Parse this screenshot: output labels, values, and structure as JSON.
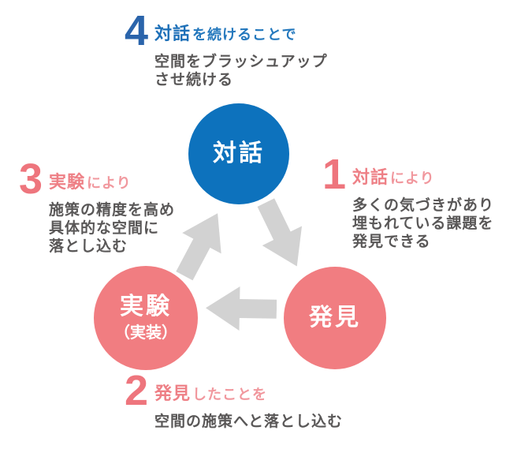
{
  "diagram": {
    "nodes": {
      "dialogue": {
        "label": "対話",
        "color": "#0d72bd"
      },
      "discovery": {
        "label": "発見",
        "color": "#f17d81"
      },
      "experiment": {
        "label": "実験",
        "sublabel": "（実装）",
        "color": "#f17d81"
      }
    },
    "steps": [
      {
        "number": "1",
        "keyword": "対話",
        "suffix": "により",
        "desc": [
          "多くの気づきがあり",
          "埋もれている課題を",
          "発見できる"
        ]
      },
      {
        "number": "2",
        "keyword": "発見",
        "suffix": "したことを",
        "desc": [
          "空間の施策へと落とし込む"
        ]
      },
      {
        "number": "3",
        "keyword": "実験",
        "suffix": "により",
        "desc": [
          "施策の精度を高め",
          "具体的な空間に",
          "落とし込む"
        ]
      },
      {
        "number": "4",
        "keyword": "対話",
        "suffix": "を続けることで",
        "desc": [
          "空間をブラッシュアップ",
          "させ続ける"
        ]
      }
    ],
    "arrows": [
      {
        "from": "dialogue",
        "to": "discovery"
      },
      {
        "from": "discovery",
        "to": "experiment"
      },
      {
        "from": "experiment",
        "to": "dialogue"
      }
    ],
    "colors": {
      "node_blue": "#0d72bd",
      "node_pink": "#f17d81",
      "number_blue": "#2a64ab",
      "number_pink": "#ee757d",
      "keyword_blue": "#1e70b8",
      "keyword_pink": "#ee8086",
      "suffix_pink": "#f1989e",
      "body_text": "#595757",
      "arrow": "#d2d2d2",
      "node_label_text": "#ffffff"
    }
  }
}
